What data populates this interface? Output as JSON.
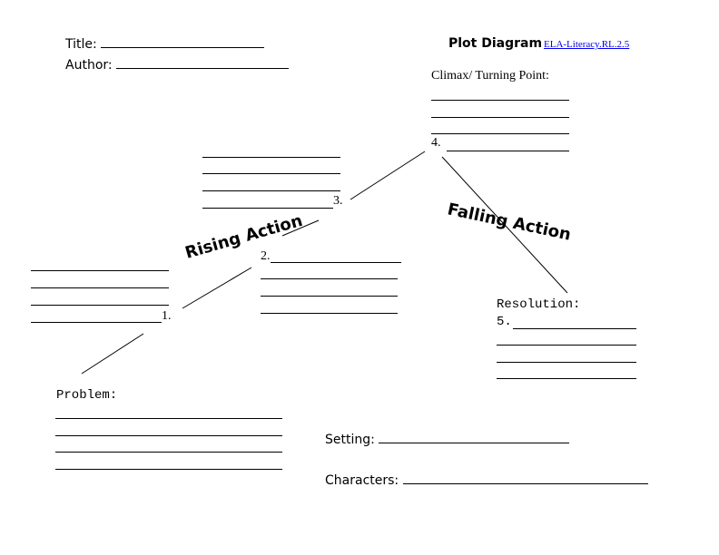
{
  "header": {
    "title_label": "Title:",
    "author_label": "Author:",
    "diagram_title": "Plot Diagram",
    "standard_link": "ELA-Literacy.RL.2.5"
  },
  "climax": {
    "label": "Climax/ Turning Point:",
    "number": "4."
  },
  "rising": {
    "banner": "Rising Action",
    "number_one": "1.",
    "number_two": "2.",
    "number_three": "3."
  },
  "falling": {
    "banner": "Falling Action"
  },
  "resolution": {
    "label": "Resolution:",
    "number": "5."
  },
  "problem": {
    "label": "Problem:"
  },
  "setting": {
    "label": "Setting:"
  },
  "characters": {
    "label": "Characters:"
  }
}
